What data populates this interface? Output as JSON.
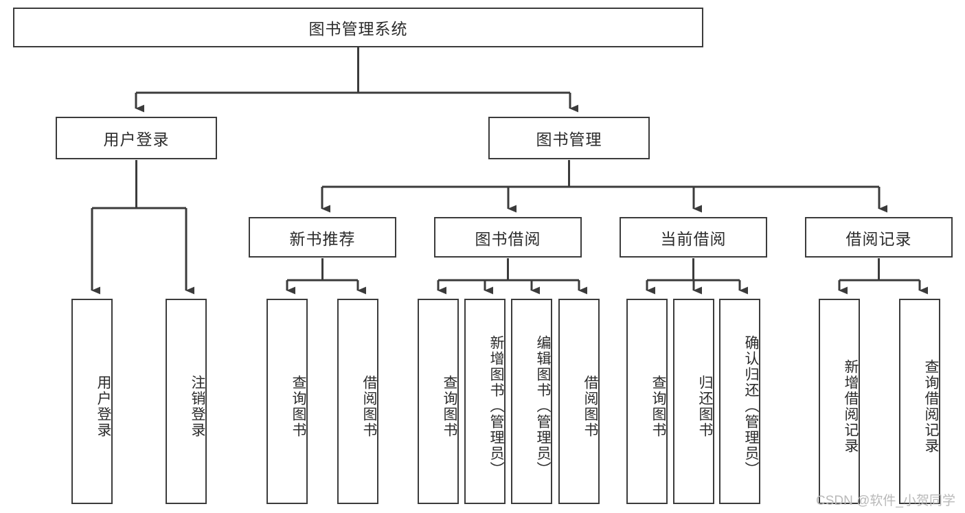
{
  "diagram": {
    "title": "图书管理系统",
    "type": "hierarchy-tree",
    "root": {
      "label": "图书管理系统"
    },
    "level2": [
      {
        "label": "用户登录"
      },
      {
        "label": "图书管理"
      }
    ],
    "level3": [
      {
        "label": "新书推荐"
      },
      {
        "label": "图书借阅"
      },
      {
        "label": "当前借阅"
      },
      {
        "label": "借阅记录"
      }
    ],
    "leaves": [
      {
        "label": "用户登录",
        "parent": "用户登录"
      },
      {
        "label": "注销登录",
        "parent": "用户登录"
      },
      {
        "label": "查询图书",
        "parent": "新书推荐"
      },
      {
        "label": "借阅图书",
        "parent": "新书推荐"
      },
      {
        "label": "查询图书",
        "parent": "图书借阅"
      },
      {
        "label": "新增图书（管理员）",
        "parent": "图书借阅"
      },
      {
        "label": "编辑图书（管理员）",
        "parent": "图书借阅"
      },
      {
        "label": "借阅图书",
        "parent": "图书借阅"
      },
      {
        "label": "查询图书",
        "parent": "当前借阅"
      },
      {
        "label": "归还图书",
        "parent": "当前借阅"
      },
      {
        "label": "确认归还（管理员）",
        "parent": "当前借阅"
      },
      {
        "label": "新增借阅记录",
        "parent": "借阅记录"
      },
      {
        "label": "查询借阅记录",
        "parent": "借阅记录"
      }
    ]
  },
  "watermark": {
    "text": "CSDN @软件_小贺同学"
  },
  "colors": {
    "stroke": "#3b3b3b",
    "background": "#ffffff",
    "text": "#2b2b2b",
    "watermark": "#b9b9b9"
  }
}
